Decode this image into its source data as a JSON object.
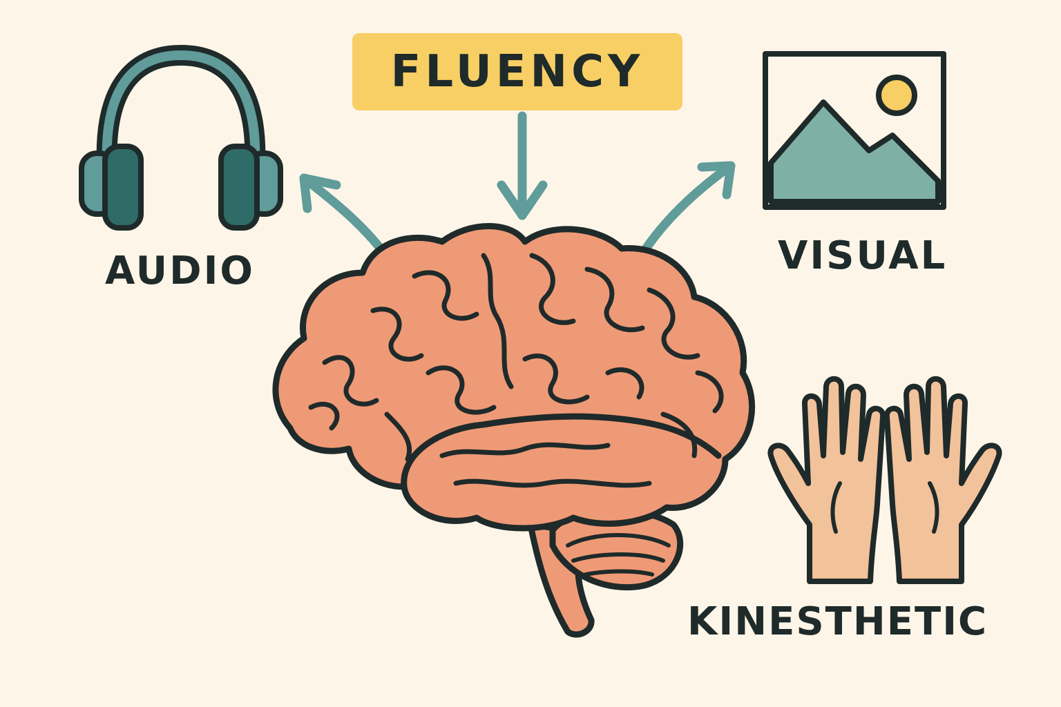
{
  "title": "FLUENCY",
  "labels": {
    "audio": "AUDIO",
    "visual": "VISUAL",
    "kinesthetic": "KINESTHETIC"
  },
  "icons": {
    "audio": "headphones-icon",
    "visual": "picture-icon",
    "kinesthetic": "hands-icon",
    "center": "brain-icon"
  },
  "colors": {
    "background": "#fdf6e8",
    "title_box": "#f7cf64",
    "arrow": "#5f9c9a",
    "headphone": "#4f8f8c",
    "picture": "#7fb0a6",
    "sun": "#f7cf64",
    "brain": "#ef9a76",
    "hands": "#f2c29b",
    "outline": "#1f2a2a"
  }
}
